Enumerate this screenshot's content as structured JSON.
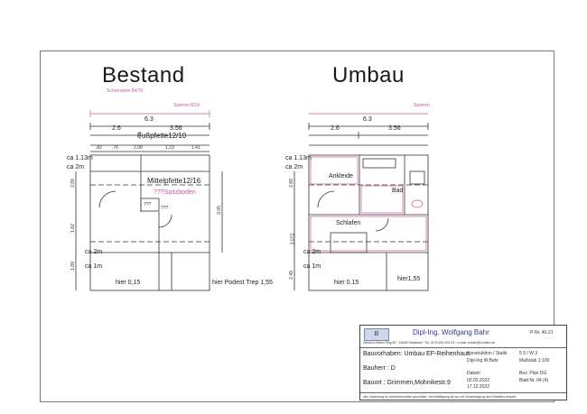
{
  "titles": {
    "left": "Bestand",
    "right": "Umbau"
  },
  "left_plan": {
    "dim_overall": "6.3",
    "dim_a": "2.6",
    "dim_b": "3.56",
    "purlin_foot": "Fußpfette12/10",
    "dims_row": [
      ".82",
      ".76",
      "2.08",
      "1.23",
      "1.41"
    ],
    "level_top": "ca 1.13m",
    "level_2m": "ca 2m",
    "level_2m_b": "ca 2m",
    "level_1m": "ca 1m",
    "side_dims": [
      "2.89",
      "1.82",
      "1.89"
    ],
    "middle_purlin": "Mittelpfette12/16",
    "attic": "???Spitzboden",
    "unknown_a": "???",
    "unknown_b": "???",
    "height_305": "3.05",
    "pink_top_a": "Schornstein 84/76",
    "pink_top_b": "Sparren 8/14",
    "here_015": "hier 0,15",
    "here_podest": "hier Podest Trep 1,55"
  },
  "right_plan": {
    "dim_overall": "6.3",
    "dim_a": "2.6",
    "dim_b": "3.56",
    "level_top": "ca 1.13m",
    "level_2m": "ca 2m",
    "level_2m_b": "ca 2m",
    "level_1m": "ca 1m",
    "side_dims": [
      "2.89",
      "3.072",
      "2.49"
    ],
    "rooms": {
      "ankleide": "Ankleide",
      "bad": "Bad",
      "schlafen": "Schlafen"
    },
    "pink_top": "Sparren",
    "here_015": "hier 0.15",
    "here_155": "hier1,55"
  },
  "title_block": {
    "company": "Dipl-Ing. Wolfgang Bahr",
    "project_no": "P-Nr. 40-21",
    "address": "Heinrich-Heine-Ring 90 * 18435 Stralsund * Tel. 0176 420 403 03 * e-mail: w.bahr@t-online.de",
    "project": "Bauvorhaben: Umbau EF-Reihenhaus",
    "client": "Bauherr : D",
    "location": "Bauort : Grimmen,Mohnikestr.9",
    "construction_label": "Konstruktion / Statik",
    "construction_value": "Dipl-Ing W.Bahr",
    "sheet_ref": "5 3 / W 3",
    "scale": "Maßstab 1:100",
    "date_label": "Datum",
    "date_1": "02.02.2022",
    "date_2": "17.12.2022",
    "plan_name": "Bez: Plan DG",
    "sheet_no": "Blatt Nr. 04 (4)",
    "footer": "Alle Zeichnung ist Urheberrechtlich geschützt. Vervielfältigung ist nur mit Genehmigung des Erstellers erlaubt."
  }
}
